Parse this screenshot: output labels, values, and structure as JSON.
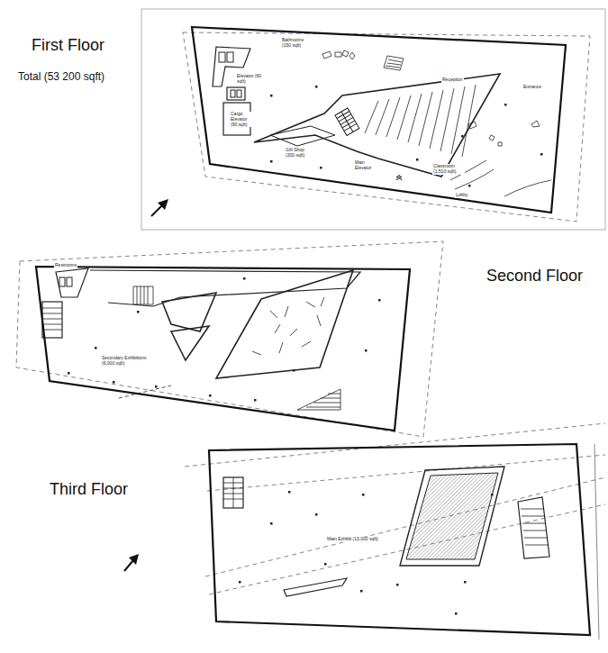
{
  "diagram": {
    "nodes": [
      {
        "text": [
          "Bathrooms (150 sqft)",
          "Elevator (60 sqft)",
          "Cargo Elevator (90 sqft)",
          "Gift Shop (300 sqft)",
          "Main Elevator",
          "Classroom (1,510 sqft)",
          "Lobby",
          "Reception",
          "Entrance"
        ]
      },
      {
        "text": [
          "Restrooms",
          "Secondary Exhibitions (6,000 sqft)"
        ]
      },
      {
        "text": [
          "Main Exhibit (13,000 sqft)"
        ]
      }
    ],
    "labels": [
      "First Floor",
      "Total (53 200 sqft)",
      "Second Floor",
      "Third Floor"
    ]
  }
}
